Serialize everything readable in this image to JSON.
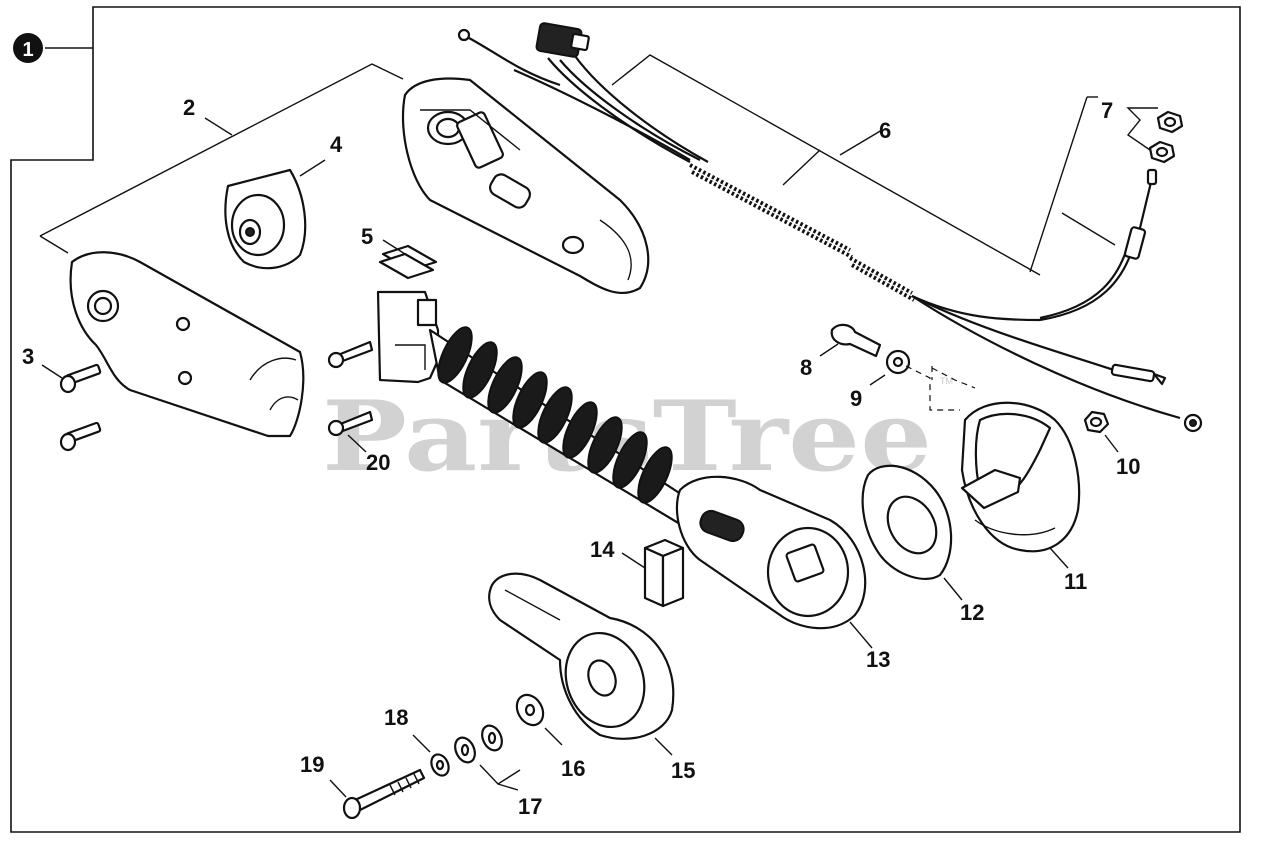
{
  "watermark": {
    "text": "PartsTree",
    "tm": "TM"
  },
  "assembly_marker": "1",
  "callouts": {
    "c2": "2",
    "c3": "3",
    "c4": "4",
    "c5": "5",
    "c6": "6",
    "c7": "7",
    "c8": "8",
    "c9": "9",
    "c10": "10",
    "c11": "11",
    "c12": "12",
    "c13": "13",
    "c14": "14",
    "c15": "15",
    "c16": "16",
    "c17": "17",
    "c18": "18",
    "c19": "19",
    "c20": "20"
  }
}
